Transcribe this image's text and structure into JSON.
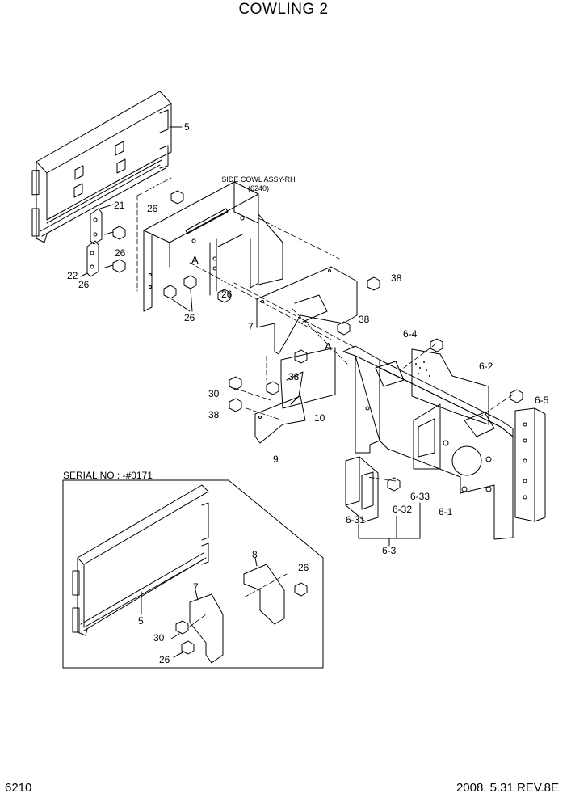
{
  "title": "COWLING 2",
  "page_number": "6210",
  "revision": "2008. 5.31  REV.8E",
  "serial_note": "SERIAL NO : -#0171",
  "side_cowl_note": "SIDE COWL ASSY-RH",
  "side_cowl_ref": "(6240)",
  "view_markers": [
    "A",
    "A"
  ],
  "part_labels": [
    "5",
    "21",
    "26",
    "26",
    "22",
    "26",
    "26",
    "26",
    "38",
    "7",
    "38",
    "38",
    "30",
    "38",
    "10",
    "9",
    "6-4",
    "6-2",
    "6-5",
    "6-33",
    "6-32",
    "6-31",
    "6-1",
    "6-3",
    "8",
    "26",
    "7",
    "5",
    "30",
    "26"
  ]
}
